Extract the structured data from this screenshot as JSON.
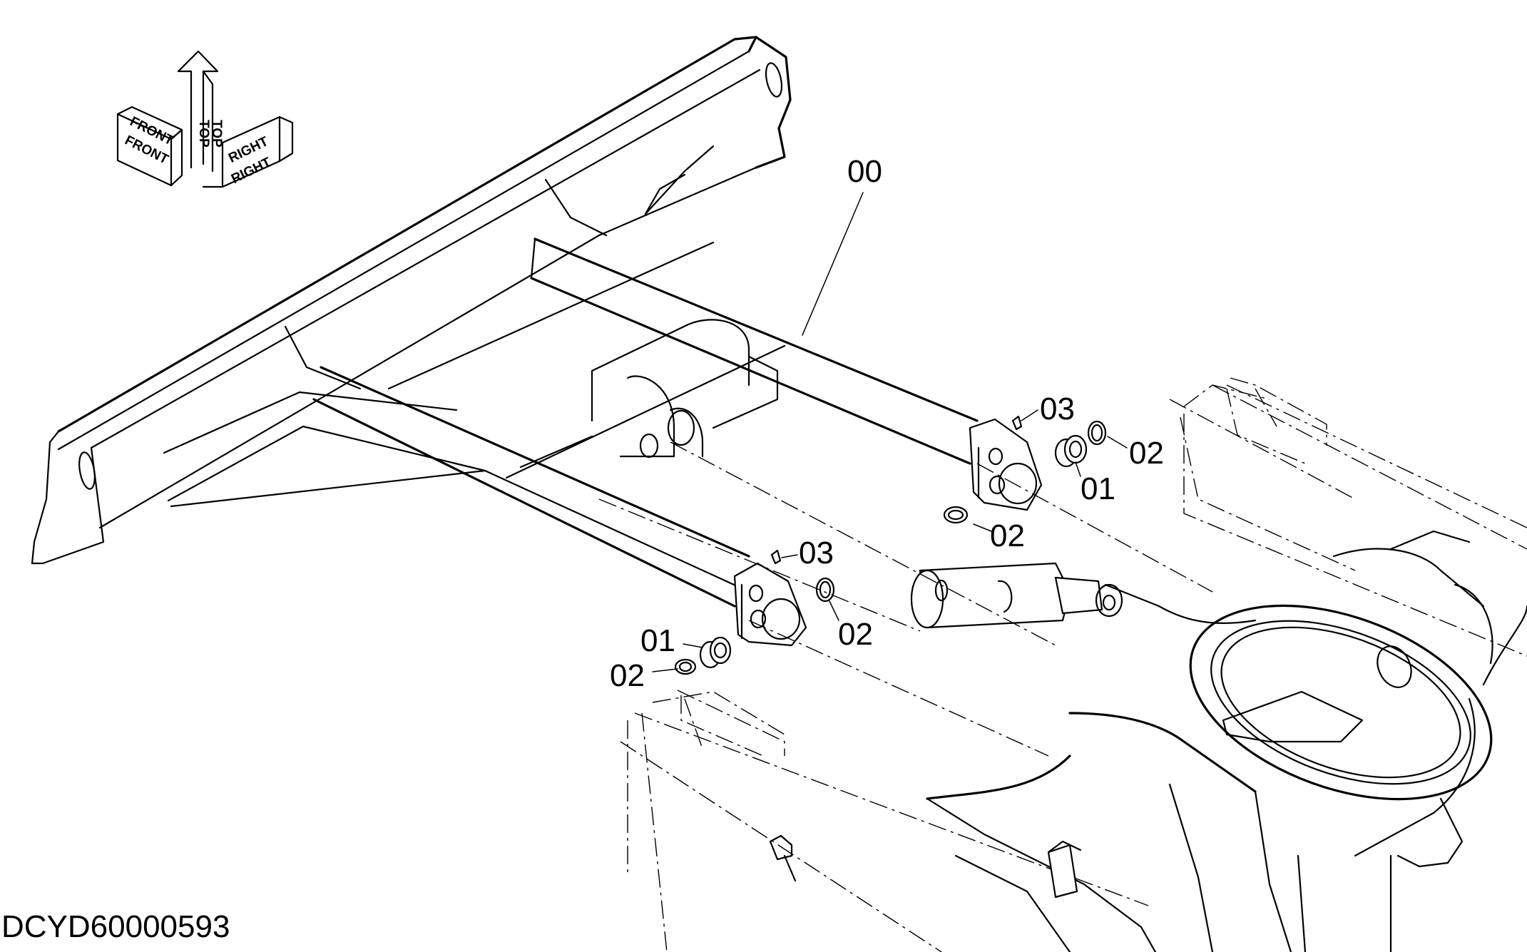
{
  "callouts": {
    "frame": "00",
    "bushing_right": "01",
    "bushing_left": "01",
    "ring_right_top": "02",
    "ring_right_bottom": "02",
    "ring_left_right": "02",
    "ring_left_bottom": "02",
    "grease_right": "03",
    "grease_left": "03"
  },
  "orientation": {
    "front": "FRONT",
    "top": "TOP",
    "right": "RIGHT"
  },
  "document_id": "DCYD60000593"
}
